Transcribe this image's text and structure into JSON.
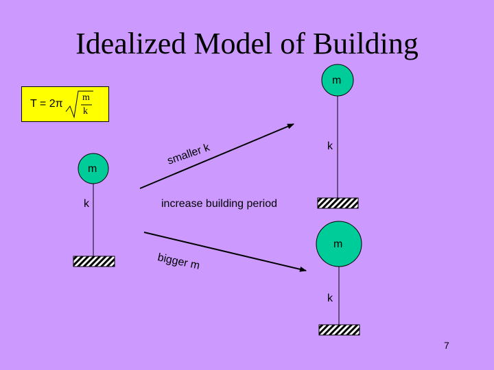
{
  "slide": {
    "title": "Idealized Model of Building",
    "formula": {
      "lhs": "T = 2π",
      "numerator": "m",
      "denominator": "k"
    },
    "models": {
      "middle": {
        "mass": "m",
        "spring": "k"
      },
      "top_right": {
        "mass": "m",
        "spring": "k"
      },
      "bottom_right": {
        "mass": "m",
        "spring": "k"
      }
    },
    "arrows": {
      "upper": "smaller k",
      "lower": "bigger m"
    },
    "center_caption": "increase building period",
    "page_number": "7",
    "colors": {
      "background": "#cc99ff",
      "mass": "#00cc99",
      "formula_box": "#ffff00"
    }
  }
}
